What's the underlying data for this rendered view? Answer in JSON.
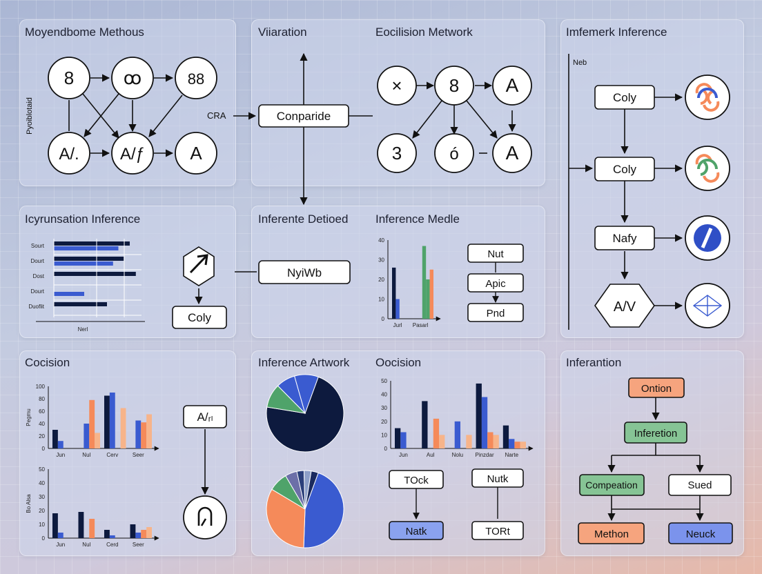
{
  "panels": {
    "p1": {
      "title": "Moyendbome Methous",
      "side_label": "Pyoiblotaid",
      "cra_label": "CRA",
      "nodes": [
        "8",
        "ꝏ",
        "88",
        "A/.",
        "A/ƒ",
        "A"
      ]
    },
    "p2": {
      "title1": "Viiaration",
      "title2": "Eocilision Metwork",
      "center_box": "Conparide",
      "nodes": [
        "×",
        "8",
        "A",
        "3",
        "ó",
        "A"
      ]
    },
    "p3": {
      "title": "Imfemerk Inference",
      "side_label": "Neb",
      "boxes": [
        "Coly",
        "Coly",
        "Nafy",
        "A/V"
      ]
    },
    "p4": {
      "title": "Icyrunsation Inference",
      "box": "Coly",
      "ylabels": [
        "Sourt",
        "Dourt",
        "Dost",
        "Dourt",
        "Duoflit"
      ],
      "xlabel": "Nerl"
    },
    "p5": {
      "title1": "Inferente Detioed",
      "title2": "Inference Medle",
      "box": "NyiWb",
      "flow": [
        "Nut",
        "Apic",
        "Pnd"
      ],
      "xlabels": [
        "Jurl",
        "Pasarl"
      ]
    },
    "p6": {
      "title": "Cocision",
      "box": "A/ᵣₗ",
      "top_x": [
        "Jun",
        "Nul",
        "Cerv",
        "Seer"
      ],
      "bottom_x": [
        "Jun",
        "Nul",
        "Cerd",
        "Seer"
      ],
      "top_ylabel": "Pegmu",
      "bottom_ylabel": "Bo Alsa"
    },
    "p7": {
      "title1": "Inference Artwork",
      "title2": "Oocision",
      "flow": [
        "TOck",
        "Nutk",
        "Natk",
        "TORt"
      ],
      "xlabels": [
        "Jun",
        "Aul",
        "Nolu",
        "Pinzdar",
        "Narte"
      ]
    },
    "p8": {
      "title": "Inferantion",
      "boxes": [
        "Ontion",
        "Inferetion",
        "Compeation",
        "Sued",
        "Methon",
        "Neuck"
      ]
    }
  },
  "colors": {
    "navy": "#0d1a3e",
    "blue": "#3a5bd0",
    "orange": "#f58a5a",
    "green": "#4fa36a",
    "peach": "#f7b48a",
    "light_blue": "#7fa0e8"
  },
  "chart_data": [
    {
      "type": "bar",
      "orientation": "horizontal",
      "ylabels": [
        "Sourt",
        "Dourt",
        "Dost",
        "Dourt",
        "Duoflit"
      ],
      "series": [
        {
          "values": [
            100,
            92,
            108,
            0,
            70
          ]
        },
        {
          "values": [
            85,
            78,
            0,
            40,
            0
          ]
        }
      ],
      "xlabel": "Nerl"
    },
    {
      "type": "bar",
      "categories": [
        "Jurl",
        "Pasarl"
      ],
      "ylim": [
        0,
        40
      ],
      "series": [
        {
          "values": [
            26,
            0
          ]
        },
        {
          "values": [
            10,
            0
          ]
        },
        {
          "values": [
            0,
            37
          ]
        },
        {
          "values": [
            0,
            20
          ]
        },
        {
          "values": [
            0,
            25
          ]
        }
      ]
    },
    {
      "type": "bar",
      "categories": [
        "Jun",
        "Nul",
        "Cerv",
        "Seer"
      ],
      "ylim": [
        0,
        100
      ],
      "ylabel": "Pegmu",
      "series": [
        {
          "values": [
            30,
            0,
            85,
            0
          ]
        },
        {
          "values": [
            12,
            40,
            90,
            45
          ]
        },
        {
          "values": [
            0,
            78,
            0,
            42
          ]
        },
        {
          "values": [
            0,
            25,
            65,
            55
          ]
        }
      ]
    },
    {
      "type": "bar",
      "categories": [
        "Jun",
        "Nul",
        "Cerd",
        "Seer"
      ],
      "ylim": [
        0,
        50
      ],
      "ylabel": "Bo Alsa",
      "series": [
        {
          "values": [
            18,
            19,
            6,
            10
          ]
        },
        {
          "values": [
            4,
            0,
            2,
            4
          ]
        },
        {
          "values": [
            0,
            14,
            0,
            6
          ]
        },
        {
          "values": [
            0,
            0,
            0,
            8
          ]
        }
      ]
    },
    {
      "type": "bar",
      "categories": [
        "Jun",
        "Aul",
        "Nolu",
        "Pinzdar",
        "Narte"
      ],
      "ylim": [
        0,
        50
      ],
      "series": [
        {
          "values": [
            15,
            35,
            0,
            48,
            17
          ]
        },
        {
          "values": [
            12,
            0,
            20,
            38,
            7
          ]
        },
        {
          "values": [
            0,
            22,
            0,
            12,
            5
          ]
        },
        {
          "values": [
            0,
            10,
            10,
            10,
            5
          ]
        }
      ]
    },
    {
      "type": "pie",
      "values": [
        72,
        10,
        8,
        10
      ],
      "colors": [
        "#0d1a3e",
        "#4fa36a",
        "#3a5bd0",
        "#3a5bd0"
      ]
    },
    {
      "type": "pie",
      "values": [
        45,
        33,
        8,
        5,
        3,
        3,
        3
      ],
      "colors": [
        "#3a5bd0",
        "#f58a5a",
        "#4fa36a",
        "#6c6fa8",
        "#2b3f7a",
        "#8ea0c8",
        "#1a2a5e"
      ]
    }
  ]
}
